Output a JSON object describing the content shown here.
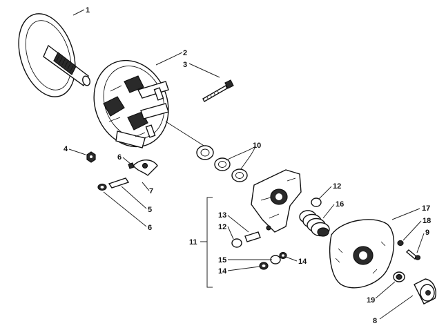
{
  "callouts": {
    "c1": "1",
    "c2": "2",
    "c3": "3",
    "c4": "4",
    "c5": "5",
    "c6a": "6",
    "c6b": "6",
    "c7": "7",
    "c8": "8",
    "c9": "9",
    "c10": "10",
    "c11": "11",
    "c12a": "12",
    "c12b": "12",
    "c13": "13",
    "c14a": "14",
    "c14b": "14",
    "c15": "15",
    "c16": "16",
    "c17": "17",
    "c18": "18",
    "c19": "19"
  },
  "colors": {
    "ink": "#111111",
    "paper": "#ffffff",
    "shade": "#2a2a2a"
  }
}
